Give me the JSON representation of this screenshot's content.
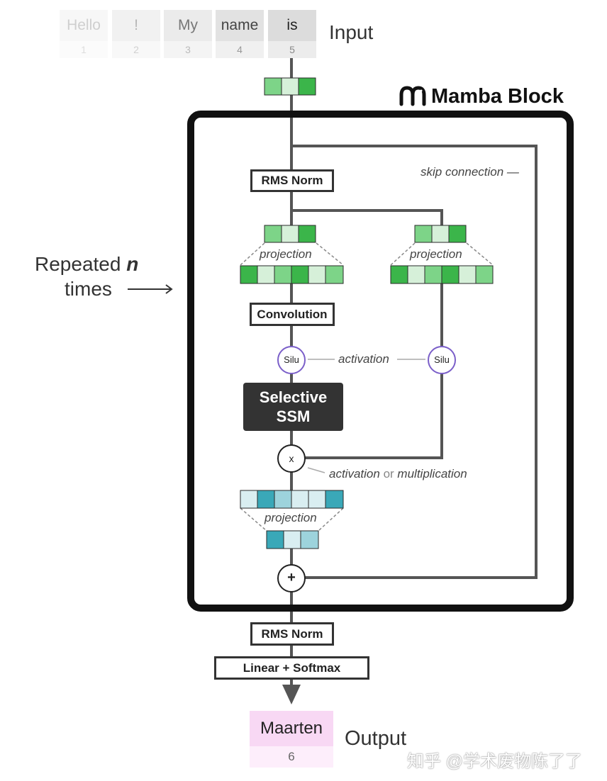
{
  "input": {
    "label": "Input",
    "tokens": [
      {
        "word": "Hello",
        "index": "1"
      },
      {
        "word": "!",
        "index": "2"
      },
      {
        "word": "My",
        "index": "3"
      },
      {
        "word": "name",
        "index": "4"
      },
      {
        "word": "is",
        "index": "5"
      }
    ]
  },
  "block": {
    "title": "Mamba Block",
    "rms_norm": "RMS Norm",
    "projection": "projection",
    "convolution": "Convolution",
    "silu": "Silu",
    "activation": "activation",
    "selective_ssm_line1": "Selective",
    "selective_ssm_line2": "SSM",
    "multiply_symbol": "x",
    "mult_note_a": "activation",
    "mult_note_or": "or",
    "mult_note_b": "multiplication",
    "add_symbol": "+",
    "skip_connection": "skip connection —"
  },
  "repeated": {
    "line1": "Repeated",
    "n": "n",
    "line2": "times"
  },
  "post": {
    "rms_norm": "RMS Norm",
    "linear_softmax": "Linear + Softmax"
  },
  "output": {
    "word": "Maarten",
    "index": "6",
    "label": "Output"
  },
  "watermark": "知乎 @学术废物陈了了",
  "colors": {
    "green_dark": "#3bb54a",
    "green_mid": "#7dd488",
    "green_light": "#d6f0d9",
    "teal_dark": "#3aa8b8",
    "teal_mid": "#9dd3dc",
    "teal_light": "#d9eef1",
    "box_border": "#333333",
    "purple_circle": "#7b5fc9",
    "output_bg": "#f8d8f4"
  }
}
